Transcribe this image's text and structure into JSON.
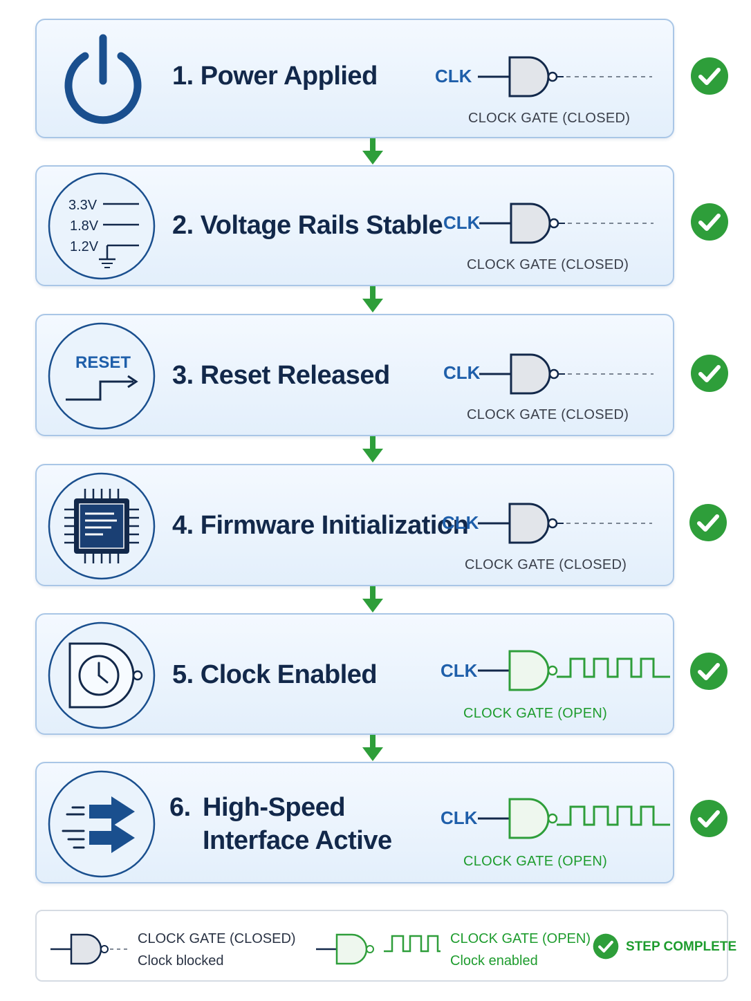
{
  "steps": [
    {
      "number": "1.",
      "title": "Power Applied",
      "clk": "CLK",
      "gate_label": "CLOCK GATE (CLOSED)",
      "gate_state": "closed",
      "icon": "power-icon"
    },
    {
      "number": "2.",
      "title": "Voltage Rails Stable",
      "clk": "CLK",
      "gate_label": "CLOCK GATE (CLOSED)",
      "gate_state": "closed",
      "icon": "voltage-rails-icon",
      "rails": [
        "3.3V",
        "1.8V",
        "1.2V"
      ]
    },
    {
      "number": "3.",
      "title": "Reset Released",
      "clk": "CLK",
      "gate_label": "CLOCK GATE (CLOSED)",
      "gate_state": "closed",
      "icon": "reset-icon",
      "icon_text": "RESET"
    },
    {
      "number": "4.",
      "title": "Firmware Initialization",
      "clk": "CLK",
      "gate_label": "CLOCK GATE (CLOSED)",
      "gate_state": "closed",
      "icon": "chip-icon"
    },
    {
      "number": "5.",
      "title": "Clock Enabled",
      "clk": "CLK",
      "gate_label": "CLOCK GATE (OPEN)",
      "gate_state": "open",
      "icon": "clock-gate-icon"
    },
    {
      "number": "6.",
      "title_line1": "High-Speed",
      "title_line2": "Interface Active",
      "clk": "CLK",
      "gate_label": "CLOCK GATE (OPEN)",
      "gate_state": "open",
      "icon": "data-transfer-icon"
    }
  ],
  "legend": {
    "closed_title": "CLOCK GATE (CLOSED)",
    "closed_desc": "Clock blocked",
    "open_title": "CLOCK GATE (OPEN)",
    "open_desc": "Clock enabled",
    "complete": "STEP COMPLETE"
  },
  "colors": {
    "navy": "#12284a",
    "blue": "#1f5faa",
    "green": "#2e9e3a",
    "gate_fill": "#e2e5ea",
    "open_fill": "#eef7ee"
  }
}
